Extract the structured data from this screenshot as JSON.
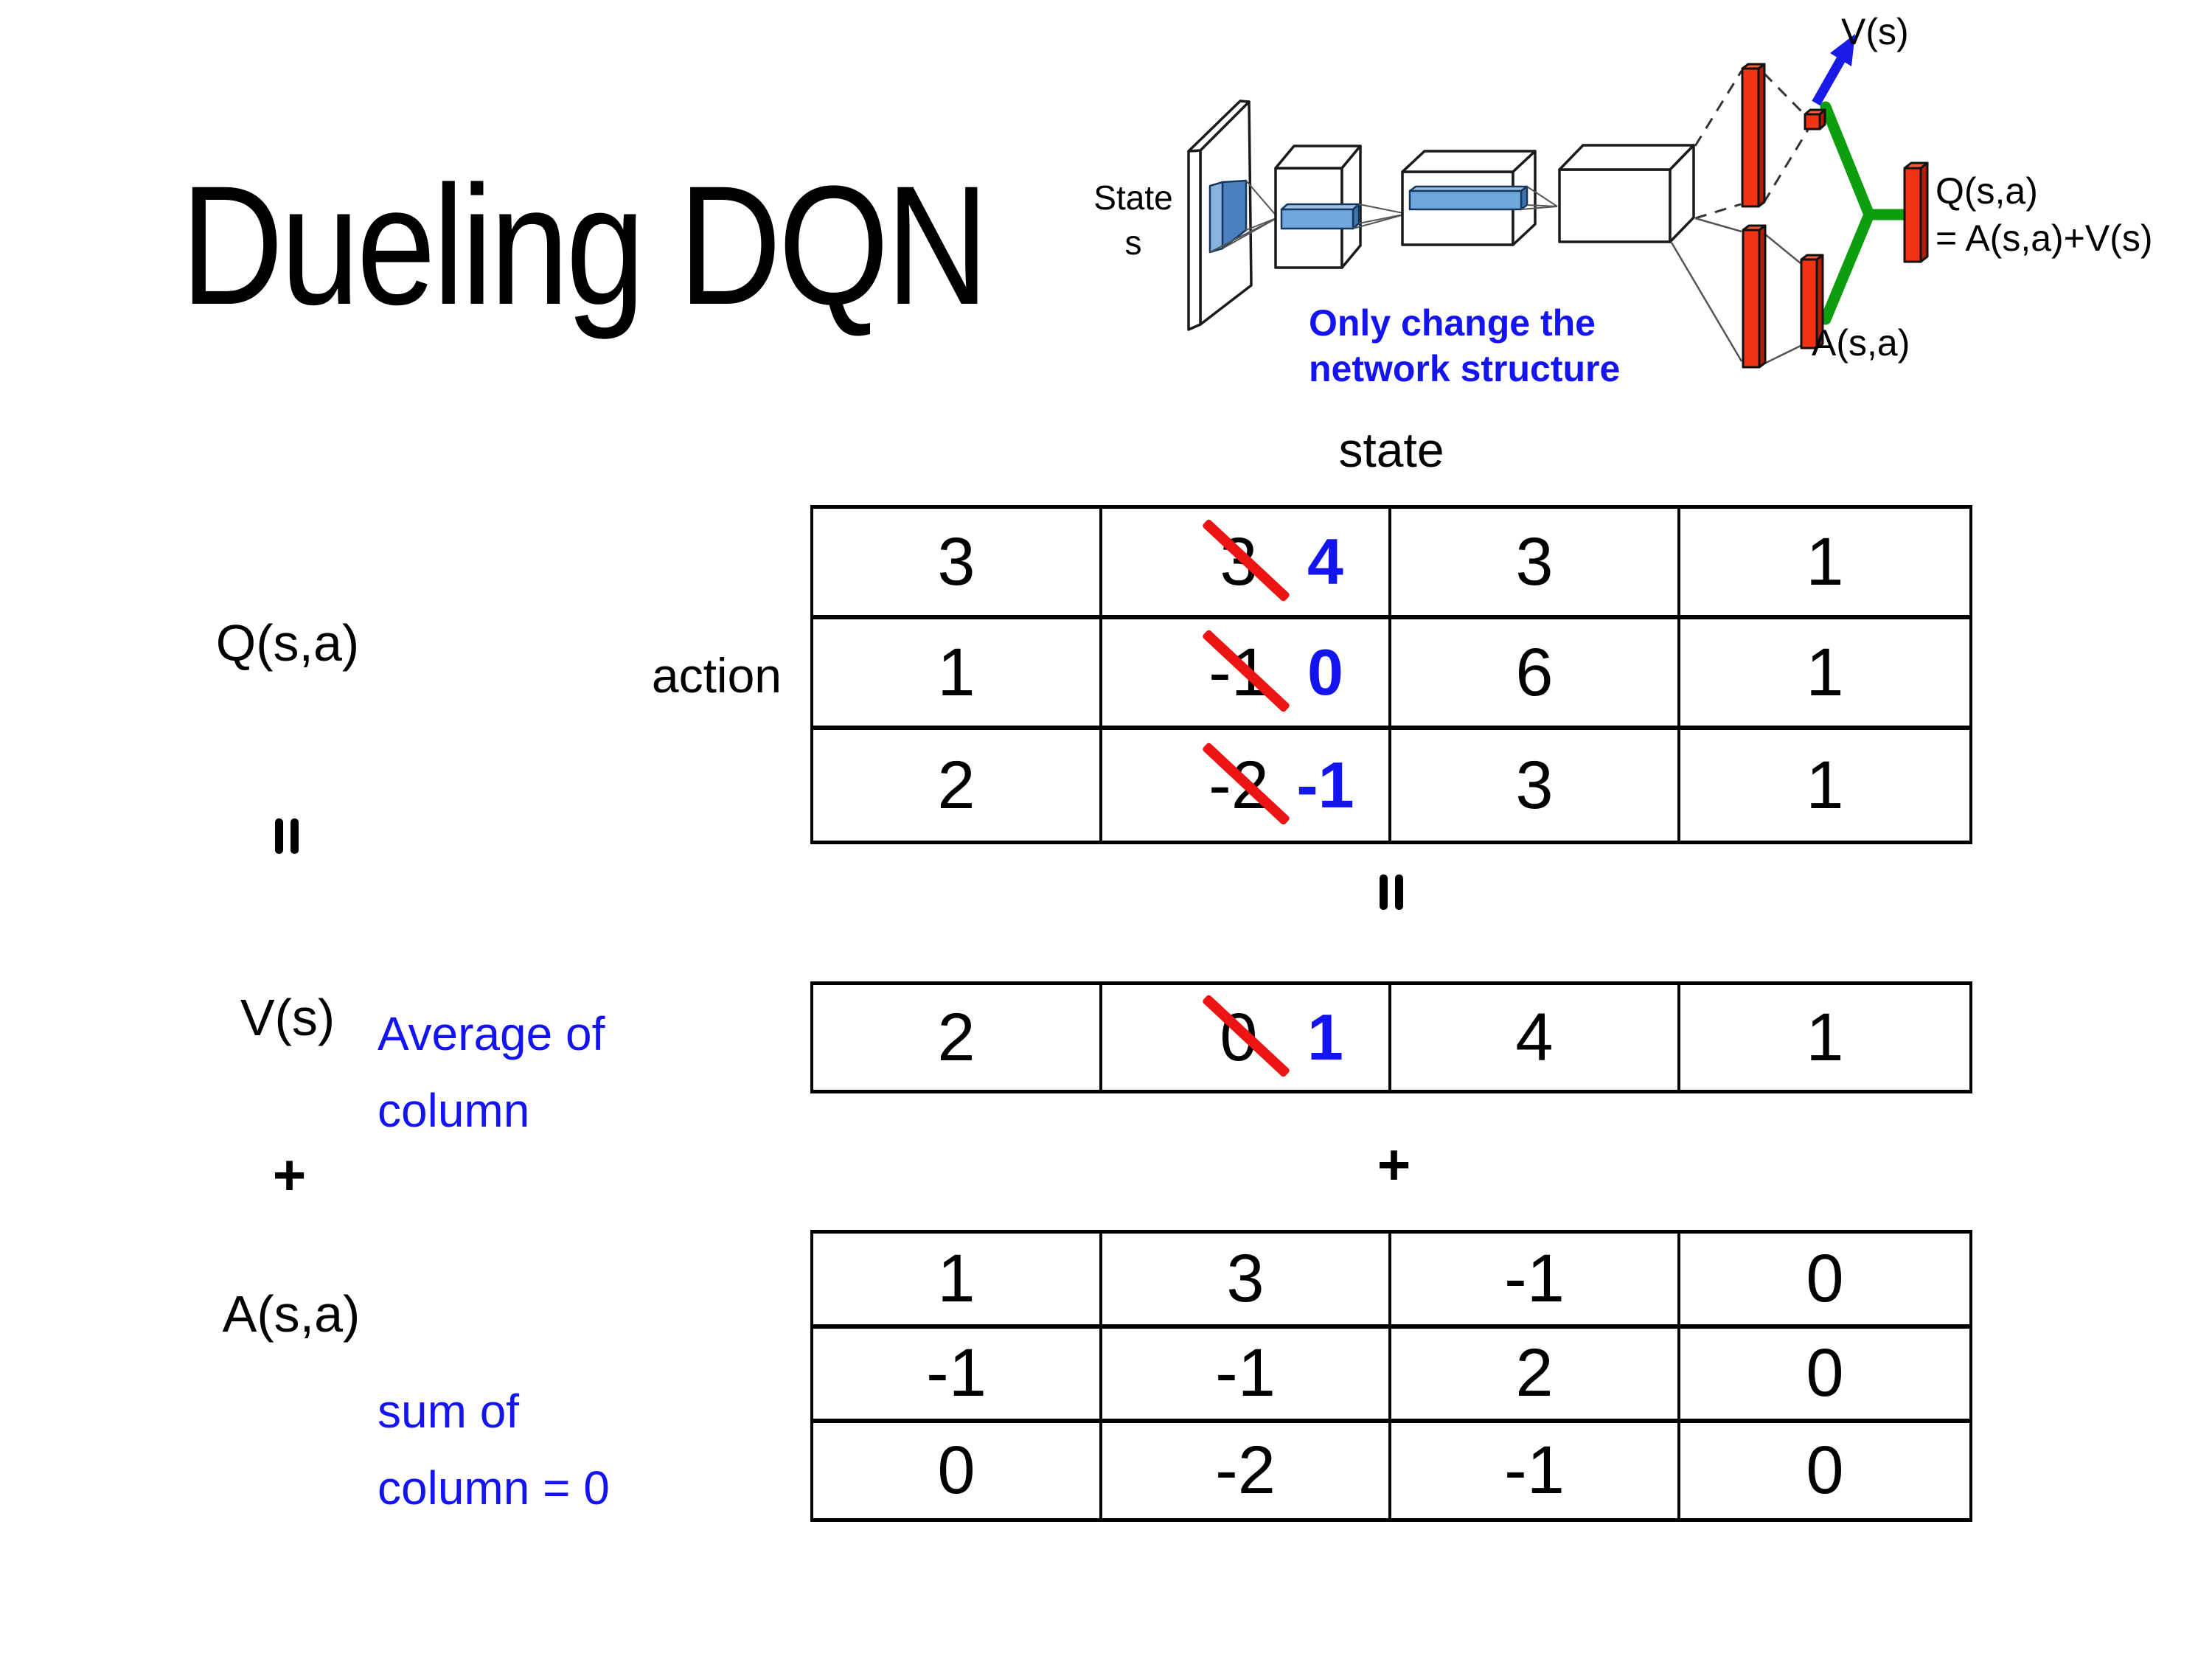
{
  "title": "Dueling DQN",
  "colors": {
    "blue_accent": "#1414f0",
    "red_strike": "#ed1414",
    "green_connector": "#0d9e0d",
    "bar_red": "#f23415",
    "conv_blue": "#6fa8dc"
  },
  "diagram": {
    "state_line1": "State",
    "state_line2": "s",
    "note_line1": "Only change the",
    "note_line2": "network structure",
    "v_output": "V(s)",
    "q_output_line1": "Q(s,a)",
    "q_output_line2": "= A(s,a)+V(s)",
    "a_output": "A(s,a)"
  },
  "matrix_section": {
    "state_header": "state",
    "action_label": "action",
    "q_label": "Q(s,a)",
    "v_label": "V(s)",
    "a_label": "A(s,a)",
    "plus_left": "+",
    "plus_center": "+",
    "avg_note_line1": "Average of",
    "avg_note_line2": "column",
    "sum_note_line1": "sum of",
    "sum_note_line2": "column = 0",
    "q_table": {
      "rows": [
        {
          "c0": "3",
          "c1_old": "3",
          "c1_new": "4",
          "c2": "3",
          "c3": "1"
        },
        {
          "c0": "1",
          "c1_old": "-1",
          "c1_new": "0",
          "c2": "6",
          "c3": "1"
        },
        {
          "c0": "2",
          "c1_old": "-2",
          "c1_new": "-1",
          "c2": "3",
          "c3": "1"
        }
      ]
    },
    "v_row": {
      "c0": "2",
      "c1_old": "0",
      "c1_new": "1",
      "c2": "4",
      "c3": "1"
    },
    "a_table": {
      "rows": [
        {
          "c0": "1",
          "c1": "3",
          "c2": "-1",
          "c3": "0"
        },
        {
          "c0": "-1",
          "c1": "-1",
          "c2": "2",
          "c3": "0"
        },
        {
          "c0": "0",
          "c1": "-2",
          "c2": "-1",
          "c3": "0"
        }
      ]
    }
  }
}
